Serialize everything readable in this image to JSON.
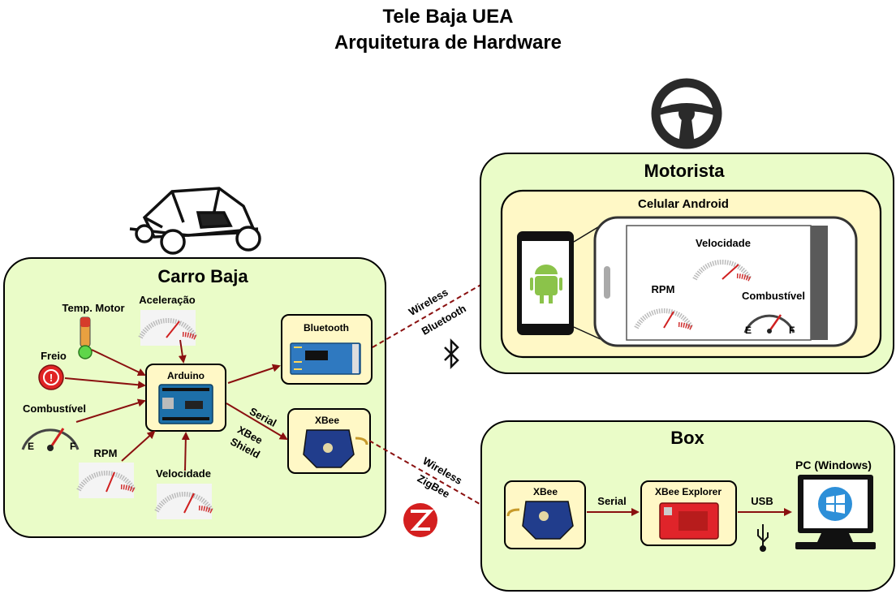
{
  "title_line1": "Tele Baja UEA",
  "title_line2": "Arquitetura de Hardware",
  "carro": {
    "title": "Carro Baja",
    "temp_motor": "Temp. Motor",
    "aceleracao": "Aceleração",
    "freio": "Freio",
    "combustivel": "Combustível",
    "rpm": "RPM",
    "velocidade": "Velocidade",
    "arduino": "Arduino",
    "bluetooth": "Bluetooth",
    "xbee": "XBee",
    "serial": "Serial",
    "xbee_shield_1": "XBee",
    "xbee_shield_2": "Shield"
  },
  "links": {
    "wireless_bt_1": "Wireless",
    "wireless_bt_2": "Bluetooth",
    "wireless_zb_1": "Wireless",
    "wireless_zb_2": "ZigBee"
  },
  "motorista": {
    "title": "Motorista",
    "phone_title": "Celular Android",
    "velocidade": "Velocidade",
    "rpm": "RPM",
    "combustivel": "Combustível"
  },
  "box": {
    "title": "Box",
    "xbee": "XBee",
    "serial": "Serial",
    "xbee_explorer": "XBee Explorer",
    "usb": "USB",
    "pc": "PC (Windows)"
  },
  "colors": {
    "outer_box": "#eafcc8",
    "inner_box": "#fff8c6",
    "arrow": "#8a1010"
  }
}
